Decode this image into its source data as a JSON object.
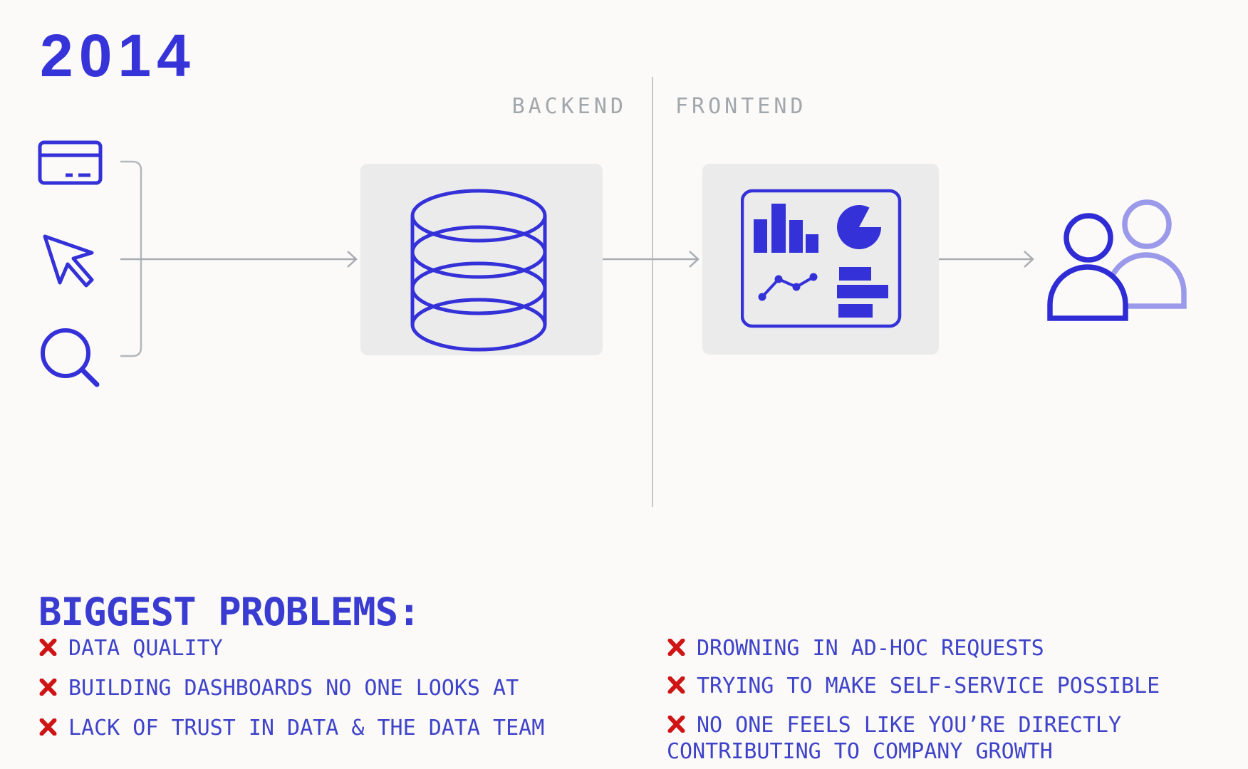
{
  "title": "2014",
  "pipeline": {
    "lane_labels": {
      "backend": "BACKEND",
      "frontend": "FRONTEND"
    },
    "stages": {
      "sources": {
        "icons": [
          "credit-card",
          "cursor",
          "search"
        ]
      },
      "backend": {
        "icon": "database"
      },
      "frontend": {
        "icon": "dashboard",
        "widgets": [
          "bar-chart",
          "pie-chart",
          "line-chart",
          "horizontal-bars"
        ]
      },
      "audience": {
        "icon": "users"
      }
    }
  },
  "problems": {
    "heading": "BIGGEST PROBLEMS:",
    "left": [
      "DATA QUALITY",
      "BUILDING DASHBOARDS NO ONE LOOKS AT",
      "LACK OF TRUST IN DATA & THE DATA TEAM"
    ],
    "right": [
      "DROWNING IN AD-HOC REQUESTS",
      "TRYING TO MAKE SELF-SERVICE POSSIBLE",
      "NO ONE FEELS LIKE YOU’RE DIRECTLY CONTRIBUTING TO COMPANY GROWTH"
    ]
  },
  "colors": {
    "accent_blue": "#3431d8",
    "muted_blue": "#9b99ea",
    "text_blue": "#3f43c9",
    "heading_blue": "#3a3cd1",
    "error_red": "#cf1416",
    "line_gray": "#a9adb2",
    "label_gray": "#a2a7ac",
    "panel_gray": "#ebebec",
    "background": "#fbfaf8"
  }
}
